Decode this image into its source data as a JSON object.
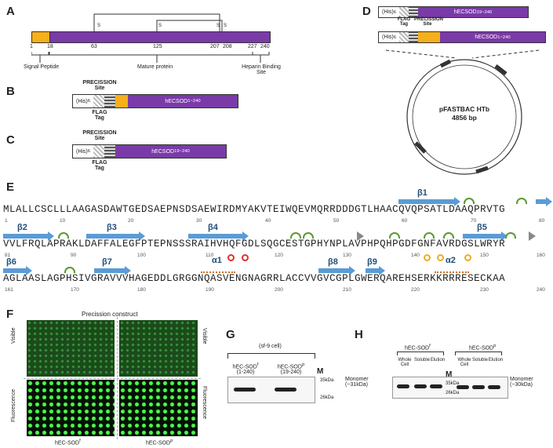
{
  "panels": {
    "A": "A",
    "B": "B",
    "C": "C",
    "D": "D",
    "E": "E",
    "F": "F",
    "G": "G",
    "H": "H"
  },
  "panelA": {
    "ticks": [
      "1",
      "18",
      "63",
      "125",
      "207",
      "208",
      "227",
      "240"
    ],
    "s_labels": [
      "S",
      "S",
      "S",
      "S"
    ],
    "annotations": {
      "signal": "Signal Peptide",
      "mature": "Mature protein",
      "heparin": "Heparin Binding Site"
    }
  },
  "constructs": {
    "his": "(His)",
    "his_sub": "6",
    "precission": "PRECISSION Site",
    "flag": "FLAG Tag",
    "full": "hECSOD",
    "full_sup": "1~240",
    "mature": "hECSOD",
    "mature_sup": "19~240"
  },
  "panelD": {
    "plasmid": "pFASTBAC HTb",
    "size": "4856 bp"
  },
  "sequence": {
    "line1": "MLALLCSCLLLAAGASDAWTGEDSAEPNSDSAEWIRDMYAKVTEIWQEVMQRRDDDGTLHAACQVQPSATLDAAQPRVTG",
    "line2": "VVLFRQLAPRAKLDAFFALEGFPTEPNSSSRAIHVHQFGDLSQGCESTGPHYNPLAVPHPQHPGDFGNFAVRDGSLWRYR",
    "line3": "AGLAASLAGPHSIVGRAVVVHAGEDDLGRGGNQASVENGNAGRRLACCVVGVCGPLGWERQAREHSERKKRRRESECKAA",
    "nums1": [
      "1",
      "10",
      "20",
      "30",
      "40",
      "50",
      "60",
      "70",
      "80"
    ],
    "nums2": [
      "81",
      "90",
      "100",
      "110",
      "120",
      "130",
      "140",
      "150",
      "160"
    ],
    "nums3": [
      "161",
      "170",
      "180",
      "190",
      "200",
      "210",
      "220",
      "230",
      "240"
    ],
    "strands": [
      "β1",
      "β2",
      "β3",
      "β4",
      "β5",
      "β6",
      "β7",
      "β8",
      "β9"
    ],
    "helices": [
      "α1",
      "α2"
    ]
  },
  "panelF": {
    "title": "Precission construct",
    "row_top": "Visible",
    "row_bottom": "Fluorescence",
    "col1": "hEC-SOD",
    "col1_sup": "f",
    "col2": "hEC-SOD",
    "col2_sup": "p"
  },
  "panelG": {
    "cell": "(sf-9 cell)",
    "lane1": "hEC-SOD",
    "lane1_sup": "f",
    "lane1_range": "(1-240)",
    "lane2": "hEC-SOD",
    "lane2_sup": "p",
    "lane2_range": "(19-240)",
    "marker": "M",
    "m1": "35kDa",
    "m2": "26kDa"
  },
  "panelH": {
    "group1": "hEC-SOD",
    "group1_sup": "f",
    "group2": "hEC-SOD",
    "group2_sup": "p",
    "lanes": [
      "Whole Cell",
      "Soluble",
      "Elution"
    ],
    "marker": "M",
    "left": "Monomer",
    "left_size": "(~31kDa)",
    "right": "Monomer",
    "right_size": "(~30kDa)",
    "m1": "35kDa",
    "m2": "26kDa"
  }
}
